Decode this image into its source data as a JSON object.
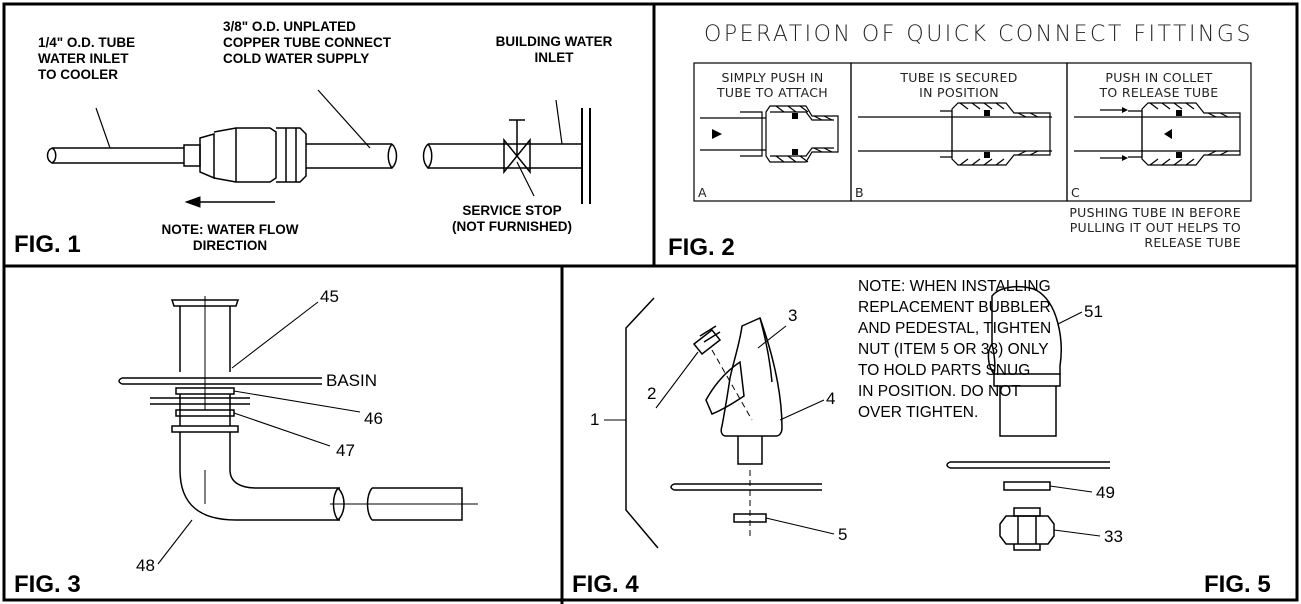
{
  "fig1": {
    "label": "FIG. 1",
    "inlet_tube": [
      "1/4\" O.D. TUBE",
      "WATER INLET",
      "TO COOLER"
    ],
    "copper_tube": [
      "3/8\" O.D. UNPLATED",
      "COPPER TUBE CONNECT",
      "COLD WATER SUPPLY"
    ],
    "building_inlet": [
      "BUILDING WATER",
      "INLET"
    ],
    "flow_note": [
      "NOTE: WATER FLOW",
      "DIRECTION"
    ],
    "service_stop": [
      "SERVICE STOP",
      "(NOT FURNISHED)"
    ]
  },
  "fig2": {
    "label": "FIG. 2",
    "title": "OPERATION OF QUICK CONNECT FITTINGS",
    "panels": [
      {
        "letter": "A",
        "caption": [
          "SIMPLY PUSH IN",
          "TUBE TO ATTACH"
        ]
      },
      {
        "letter": "B",
        "caption": [
          "TUBE IS SECURED",
          "IN POSITION"
        ]
      },
      {
        "letter": "C",
        "caption": [
          "PUSH IN COLLET",
          "TO RELEASE TUBE"
        ]
      }
    ],
    "footnote": [
      "PUSHING TUBE IN BEFORE",
      "PULLING IT OUT HELPS TO",
      "RELEASE TUBE"
    ]
  },
  "fig3": {
    "label": "FIG. 3",
    "callouts": [
      "45",
      "BASIN",
      "46",
      "47",
      "48"
    ]
  },
  "fig4": {
    "label": "FIG. 4",
    "callouts": [
      "1",
      "2",
      "3",
      "4",
      "5"
    ],
    "note": [
      "NOTE:  WHEN INSTALLING",
      "REPLACEMENT BUBBLER",
      "AND PEDESTAL, TIGHTEN",
      "NUT (ITEM 5 OR 33) ONLY",
      "TO HOLD PARTS SNUG",
      "IN POSITION.  DO NOT",
      "OVER TIGHTEN."
    ]
  },
  "fig5": {
    "label": "FIG. 5",
    "callouts": [
      "51",
      "49",
      "33"
    ]
  }
}
